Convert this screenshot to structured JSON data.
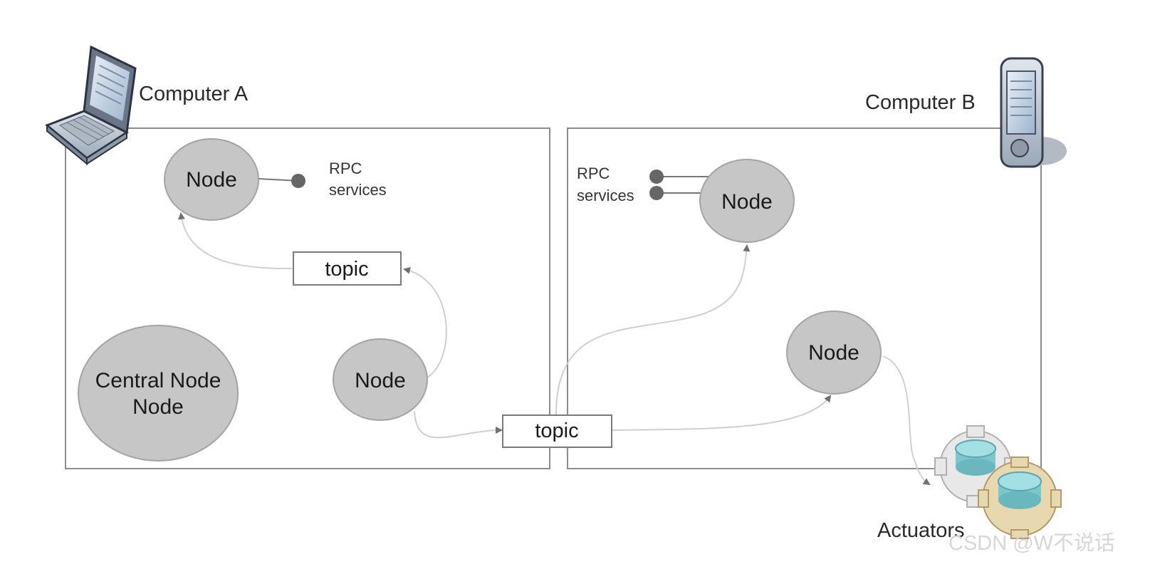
{
  "computer_a": {
    "label": "Computer A",
    "rpc_label_line1": "RPC",
    "rpc_label_line2": "services",
    "node_top": "Node",
    "node_bottom": "Node",
    "central_line1": "Central Node",
    "central_line2": "Node",
    "topic": "topic",
    "icon": "laptop-icon"
  },
  "computer_b": {
    "label": "Computer B",
    "rpc_label_line1": "RPC",
    "rpc_label_line2": "services",
    "node_top": "Node",
    "node_bottom": "Node",
    "icon": "pda-icon"
  },
  "shared_topic": "topic",
  "actuators": {
    "label": "Actuators",
    "icon": "gears-icon"
  },
  "watermark": "CSDN @W不说话",
  "colors": {
    "node_fill": "#c6c6c6",
    "node_stroke": "#a4a4a4",
    "box_stroke": "#8c8c8c",
    "arrow": "#d0d0d0",
    "arrow_head": "#707070"
  }
}
